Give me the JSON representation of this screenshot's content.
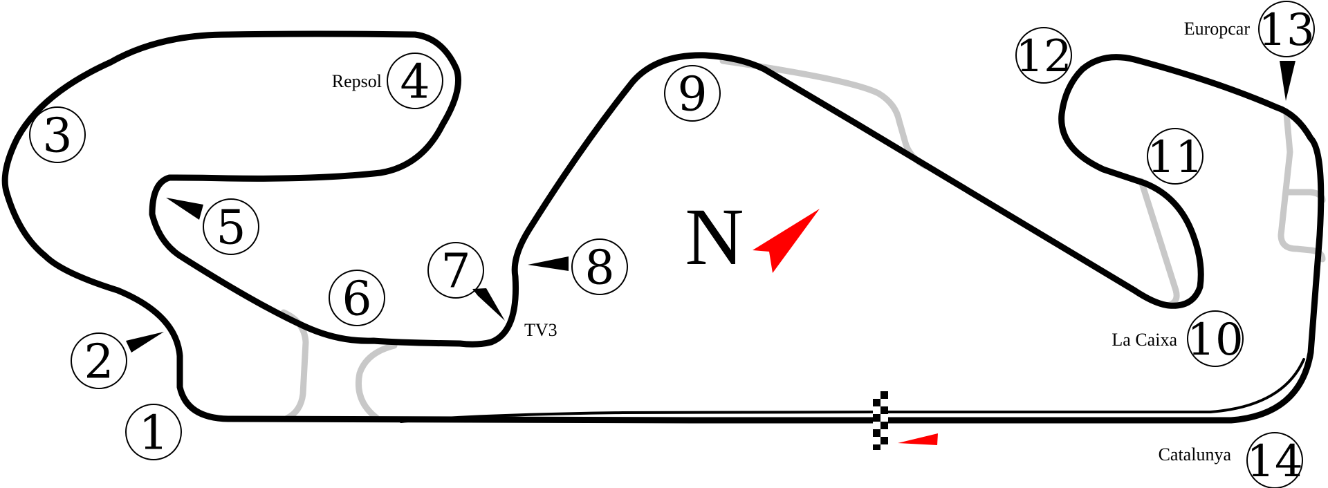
{
  "map": {
    "north_letter": "N",
    "turns": [
      {
        "number": "1"
      },
      {
        "number": "2"
      },
      {
        "number": "3"
      },
      {
        "number": "4",
        "name": "Repsol"
      },
      {
        "number": "5"
      },
      {
        "number": "6"
      },
      {
        "number": "7",
        "name": "TV3"
      },
      {
        "number": "8"
      },
      {
        "number": "9"
      },
      {
        "number": "10",
        "name": "La Caixa"
      },
      {
        "number": "11"
      },
      {
        "number": "12"
      },
      {
        "number": "13",
        "name": "Europcar"
      },
      {
        "number": "14",
        "name": "Catalunya"
      }
    ],
    "colors": {
      "track": "#000000",
      "alternate_track": "#c8c8c8",
      "direction_arrow": "#ff0000",
      "background": "#ffffff"
    }
  }
}
